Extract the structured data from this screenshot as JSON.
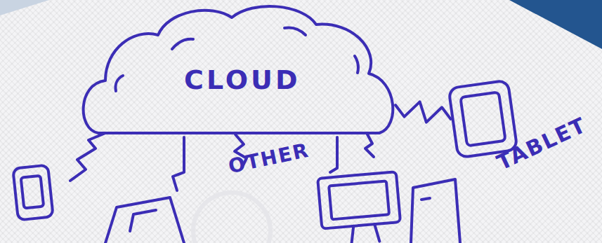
{
  "diagram": {
    "nodes": [
      {
        "text": [
          "CLOUD"
        ]
      },
      {
        "text": [
          "TABLET"
        ]
      }
    ],
    "edges": [
      {
        "from": 0,
        "to": 1,
        "arrow": "none"
      }
    ],
    "labels": [
      "OTHER"
    ]
  }
}
